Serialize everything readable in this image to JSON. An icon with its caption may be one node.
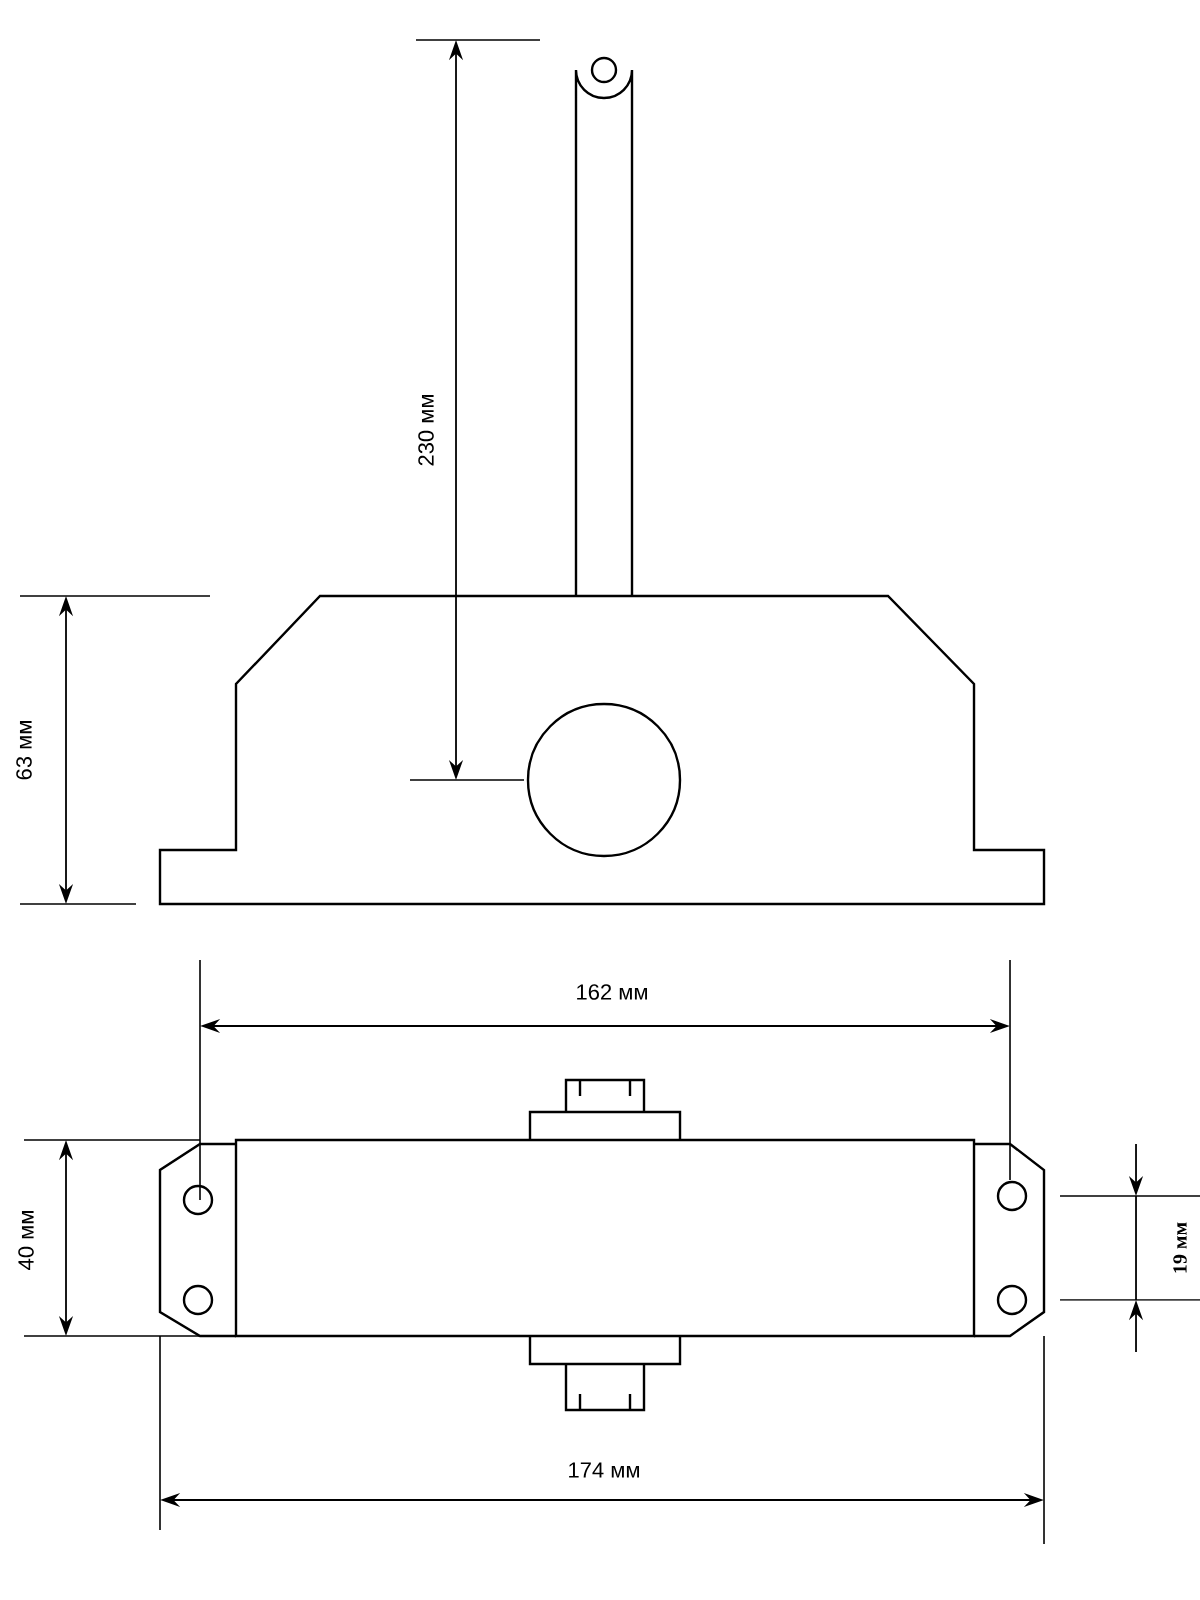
{
  "diagram": {
    "labels": [
      "230 мм",
      "63 мм",
      "162 мм",
      "40 мм",
      "19 мм",
      "174 мм"
    ]
  }
}
